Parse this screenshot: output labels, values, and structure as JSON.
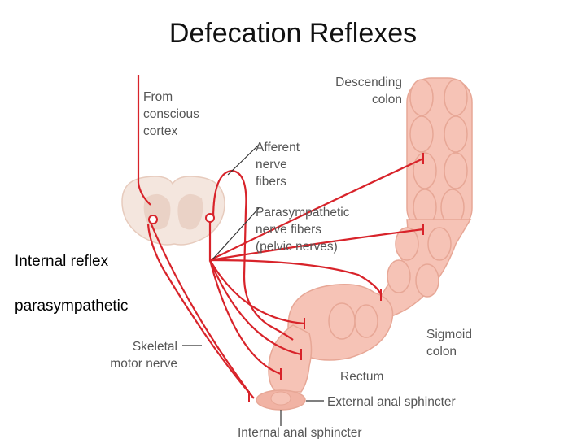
{
  "slide": {
    "title": "Defecation Reflexes"
  },
  "notes": {
    "internal_reflex": "Internal reflex",
    "parasympathetic": "parasympathetic"
  },
  "labels": {
    "from_cortex": [
      "From",
      "conscious",
      "cortex"
    ],
    "descending_colon": [
      "Descending",
      "colon"
    ],
    "afferent": [
      "Afferent",
      "nerve",
      "fibers"
    ],
    "parasympathetic": [
      "Parasympathetic",
      "nerve fibers",
      "(pelvic nerves)"
    ],
    "sigmoid_colon": [
      "Sigmoid",
      "colon"
    ],
    "skeletal_motor": [
      "Skeletal",
      "motor nerve"
    ],
    "rectum": "Rectum",
    "external_sphincter": "External anal sphincter",
    "internal_sphincter": "Internal anal sphincter"
  },
  "colors": {
    "nerve": "#d8232a",
    "tissue": "#f6c3b6",
    "tissue_edge": "#e7a796",
    "cord": "#f4e6de",
    "leader": "#333333"
  }
}
